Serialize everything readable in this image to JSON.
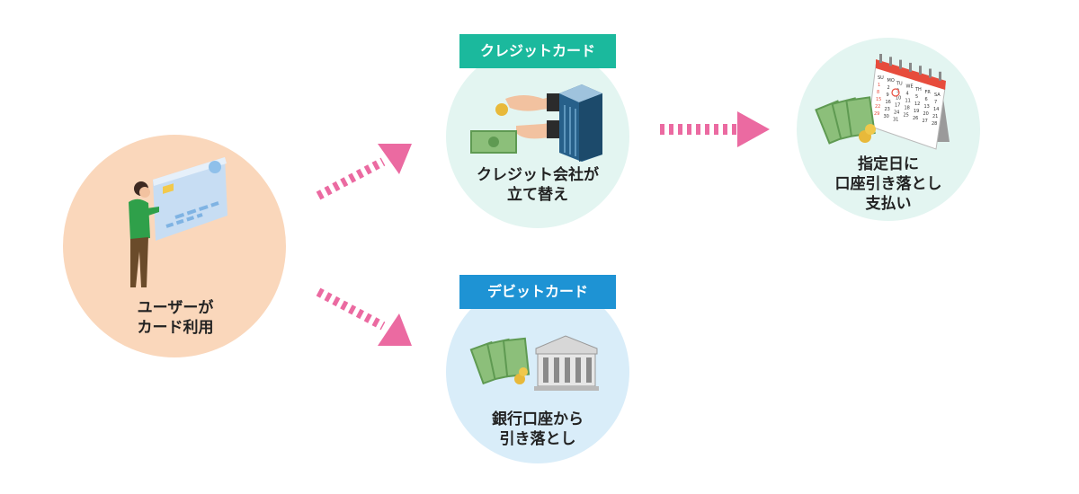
{
  "user": {
    "label": "ユーザーが\nカード利用"
  },
  "credit": {
    "tag": "クレジットカード",
    "step1": "クレジット会社が\n立て替え",
    "step2": "指定日に\n口座引き落とし\n支払い"
  },
  "debit": {
    "tag": "デビットカード",
    "step1": "銀行口座から\n引き落とし"
  },
  "calendar": {
    "days": [
      "SU",
      "MO",
      "TU",
      "WE",
      "TH",
      "FR",
      "SA"
    ],
    "dates": [
      "1",
      "2",
      "3",
      "4",
      "5",
      "6",
      "7",
      "8",
      "9",
      "10",
      "11",
      "12",
      "13",
      "14",
      "15",
      "16",
      "17",
      "18",
      "19",
      "20",
      "21",
      "22",
      "23",
      "24",
      "25",
      "26",
      "27",
      "28",
      "29",
      "30",
      "31"
    ]
  },
  "colors": {
    "user_circle": "#fad7bb",
    "credit_circle": "#e3f5f1",
    "debit_circle": "#d9edf9",
    "credit_tag": "#1bb99d",
    "debit_tag": "#1e93d4",
    "arrow": "#eb6aa1"
  }
}
